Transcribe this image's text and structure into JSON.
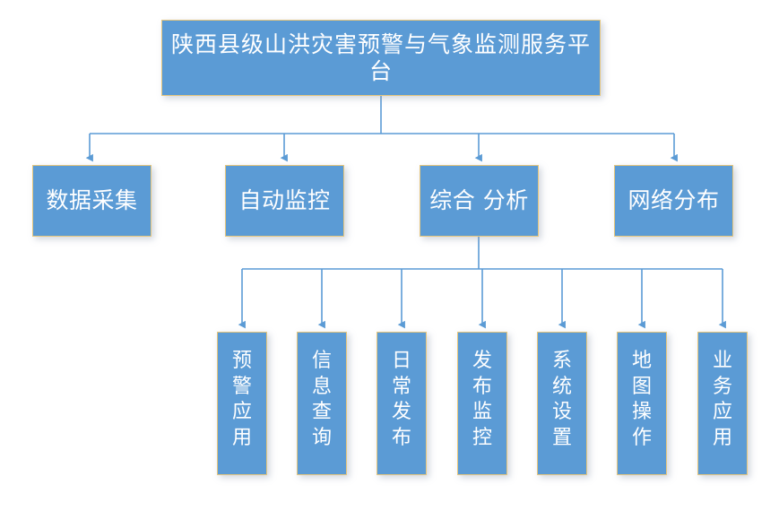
{
  "diagram": {
    "type": "organizational-hierarchy-chart",
    "title": "陕西县级山洪灾害预警与气象监测服务平台",
    "orientation": "top-down",
    "colors": {
      "node_fill": "#5b9bd5",
      "node_border": "#e5c67d",
      "node_text": "#ffffff",
      "connector": "#5b9bd5",
      "background": "#ffffff"
    },
    "root": {
      "id": "root",
      "label": "陕西县级山洪灾害预警与气象监测服务平台"
    },
    "level2": [
      {
        "id": "l2-0",
        "label": "数据采集"
      },
      {
        "id": "l2-1",
        "label": "自动监控"
      },
      {
        "id": "l2-2",
        "label": "综合 分析"
      },
      {
        "id": "l2-3",
        "label": "网络分布"
      }
    ],
    "level3_parent": "综合 分析",
    "level3": [
      {
        "id": "leaf-0",
        "label": "预警应用"
      },
      {
        "id": "leaf-1",
        "label": "信息查询"
      },
      {
        "id": "leaf-2",
        "label": "日常发布"
      },
      {
        "id": "leaf-3",
        "label": "发布监控"
      },
      {
        "id": "leaf-4",
        "label": "系统设置"
      },
      {
        "id": "leaf-5",
        "label": "地图操作"
      },
      {
        "id": "leaf-6",
        "label": "业务应用"
      }
    ]
  }
}
